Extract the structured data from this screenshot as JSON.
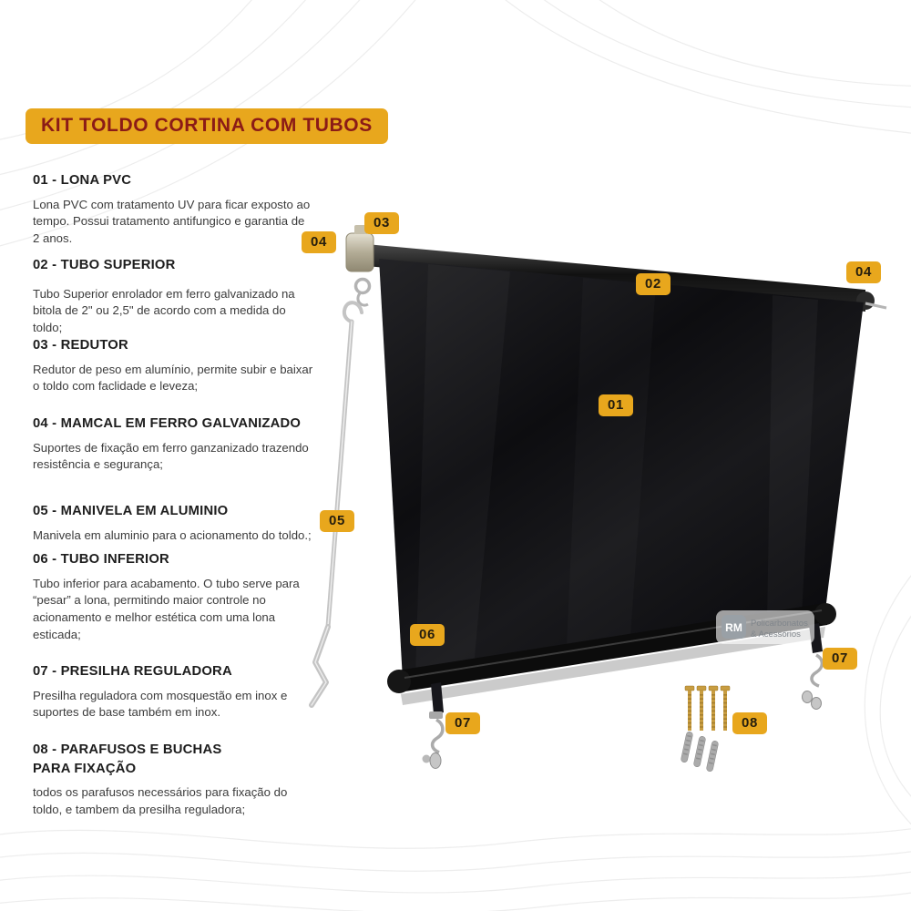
{
  "theme": {
    "accent": "#E8A71D",
    "title-color": "#8B1B17",
    "badge-text": "#241d0e"
  },
  "header": {
    "title": "KIT TOLDO CORTINA COM TUBOS"
  },
  "sections": [
    {
      "heading": "01 - LONA PVC",
      "body": "Lona PVC com tratamento UV para ficar exposto ao tempo. Possui tratamento antifungico e garantia de 2 anos."
    },
    {
      "heading": "02 - TUBO SUPERIOR",
      "body": "Tubo Superior enrolador em ferro galvanizado na bitola de 2\" ou 2,5\" de acordo com a medida do toldo;"
    },
    {
      "heading": "03 - REDUTOR",
      "body": "Redutor de peso em alumínio, permite subir e baixar o toldo com faclidade e leveza;"
    },
    {
      "heading": "04 - MAMCAL  EM FERRO GALVANIZADO",
      "body": "Suportes de fixação em ferro ganzanizado trazendo resistência e segurança;"
    },
    {
      "heading": "05 - MANIVELA EM ALUMINIO",
      "body": "Manivela em aluminio para o acionamento do toldo.;"
    },
    {
      "heading": "06 - TUBO INFERIOR",
      "body": "Tubo inferior para acabamento. O tubo serve para “pesar” a lona, permitindo maior controle no acionamento e melhor estética com uma lona esticada;"
    },
    {
      "heading": "07 - PRESILHA REGULADORA",
      "body": "Presilha reguladora com mosquestão em inox e suportes de base também em inox."
    },
    {
      "heading": "08 - PARAFUSOS E BUCHAS PARA FIXAÇÃO",
      "body": "todos os parafusos necessários para fixação do toldo, e tambem da presilha reguladora;"
    }
  ],
  "badges": [
    {
      "label": "03"
    },
    {
      "label": "04"
    },
    {
      "label": "02"
    },
    {
      "label": "04"
    },
    {
      "label": "01"
    },
    {
      "label": "05"
    },
    {
      "label": "06"
    },
    {
      "label": "07"
    },
    {
      "label": "07"
    },
    {
      "label": "08"
    }
  ],
  "watermark": {
    "abbr": "RM",
    "line1": "Policarbonatos",
    "line2": "& Acessórios"
  }
}
